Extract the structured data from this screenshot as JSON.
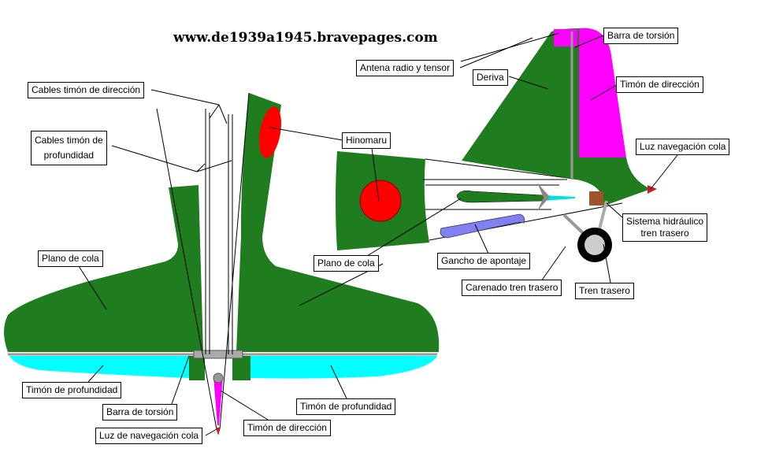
{
  "site_url": "www.de1939a1945.bravepages.com",
  "colors": {
    "green": "#1f7d1f",
    "cyan": "#00ffff",
    "magenta": "#ff00ff",
    "red": "#ff0000",
    "hook": "#8080f0"
  },
  "side_view_labels": {
    "barra_torsion": "Barra  de torsión",
    "antena": "Antena radio y tensor",
    "deriva": "Deriva",
    "timon_direccion": "Timón de dirección",
    "luz_navegacion": "Luz navegación cola",
    "hinomaru": "Hinomaru",
    "sistema_hidraulico_1": "Sistema hidráulico",
    "sistema_hidraulico_2": "tren trasero",
    "gancho": "Gancho de apontaje",
    "plano_cola": "Plano de cola",
    "carenado": "Carenado tren trasero",
    "tren_trasero": "Tren trasero"
  },
  "top_view_labels": {
    "cables_direccion": "Cables timón de dirección",
    "cables_profundidad_1": "Cables timón de",
    "cables_profundidad_2": "profundidad",
    "plano_cola": "Plano de cola",
    "timon_profundidad_left": "Timón de profundidad",
    "barra_torsion": "Barra de torsión",
    "luz_navegacion": "Luz de navegación cola",
    "timon_direccion": "Timón  de dirección",
    "timon_profundidad_right": "Timón de profundidad"
  }
}
